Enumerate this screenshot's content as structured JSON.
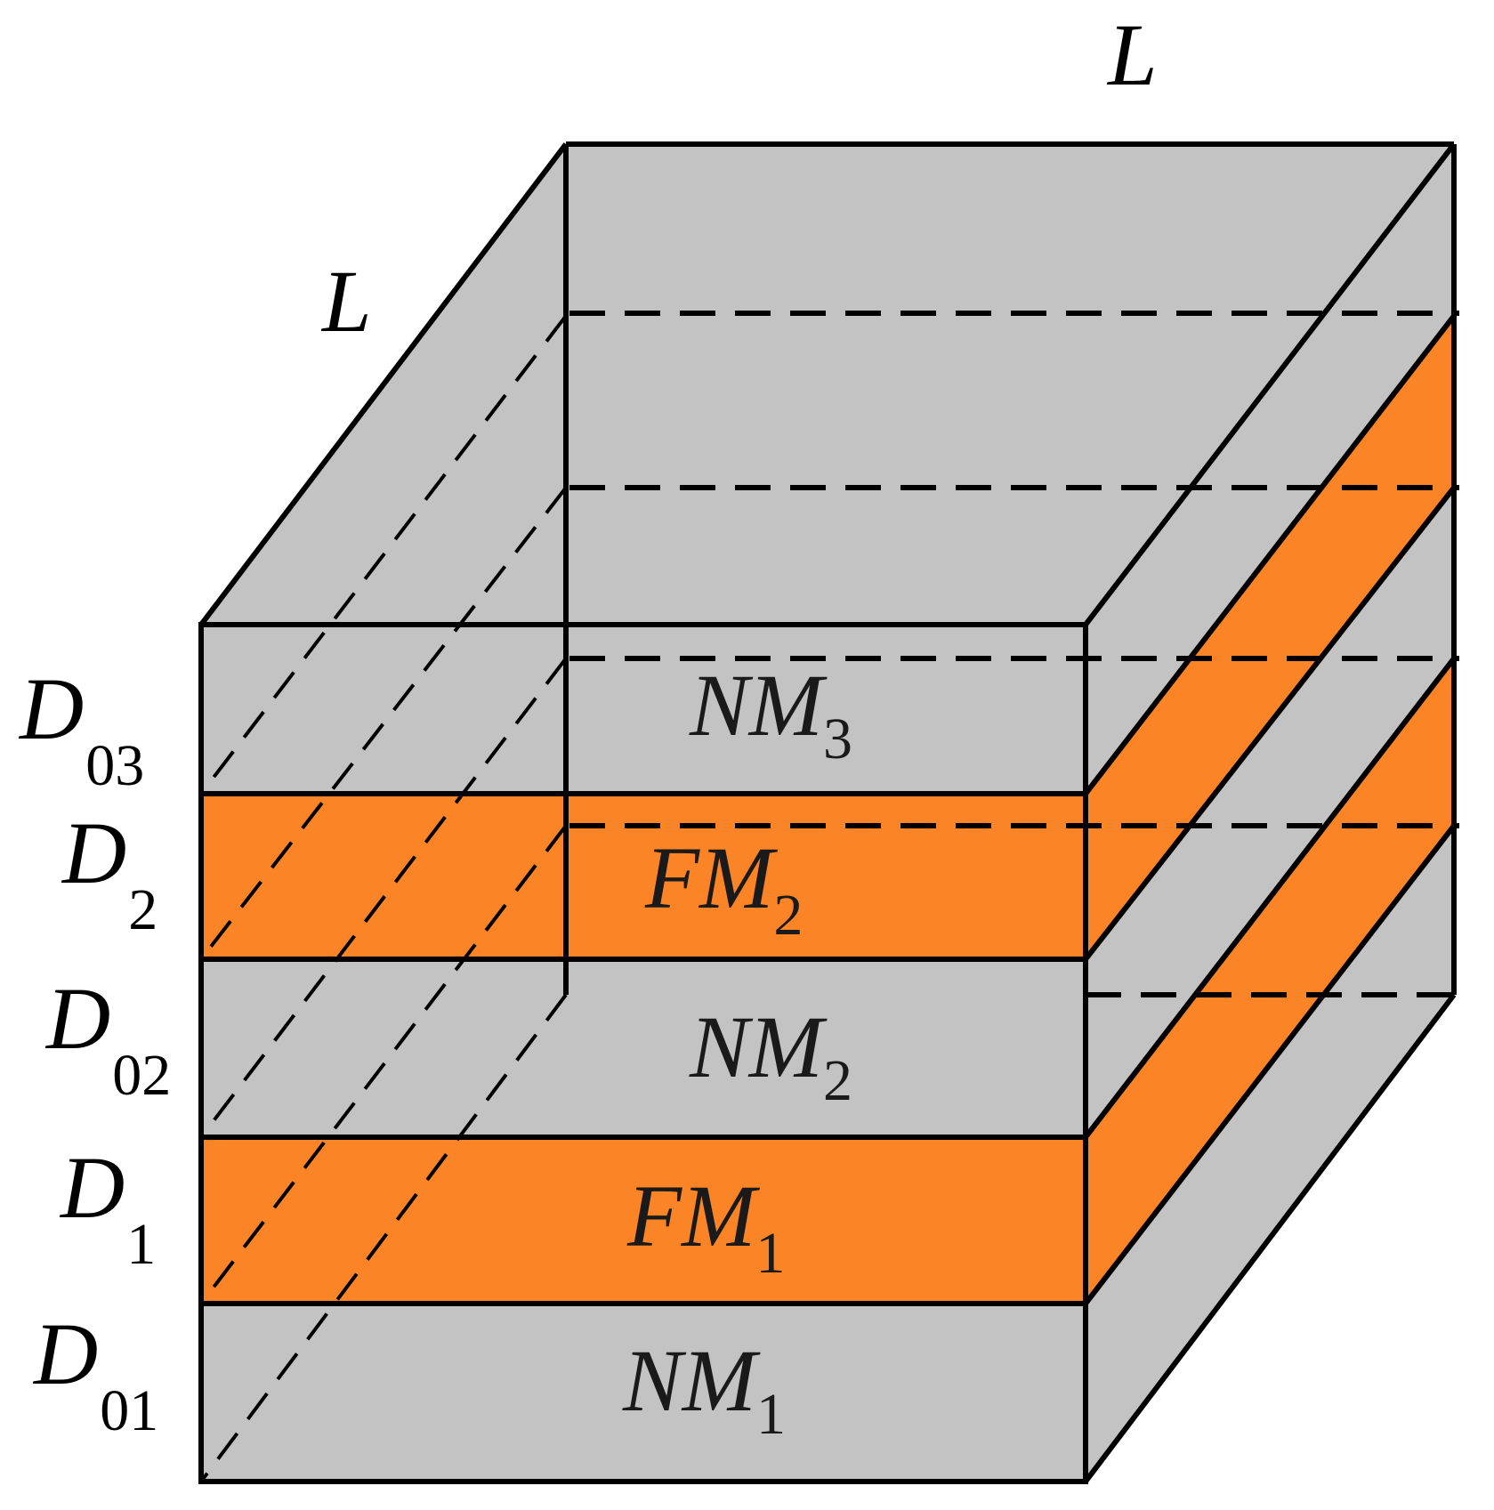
{
  "colors": {
    "nm_fill": "#c3c3c3",
    "fm_fill": "#fb8427",
    "edge": "#000000"
  },
  "dimensions": {
    "top_edge": "L",
    "side_edge": "L"
  },
  "thickness_labels": [
    {
      "main": "D",
      "sub": "03"
    },
    {
      "main": "D",
      "sub": "2"
    },
    {
      "main": "D",
      "sub": "02"
    },
    {
      "main": "D",
      "sub": "1"
    },
    {
      "main": "D",
      "sub": "01"
    }
  ],
  "layers": [
    {
      "id": "NM3",
      "type": "NM",
      "main": "NM",
      "sub": "3"
    },
    {
      "id": "FM2",
      "type": "FM",
      "main": "FM",
      "sub": "2"
    },
    {
      "id": "NM2",
      "type": "NM",
      "main": "NM",
      "sub": "2"
    },
    {
      "id": "FM1",
      "type": "FM",
      "main": "FM",
      "sub": "1"
    },
    {
      "id": "NM1",
      "type": "NM",
      "main": "NM",
      "sub": "1"
    }
  ]
}
